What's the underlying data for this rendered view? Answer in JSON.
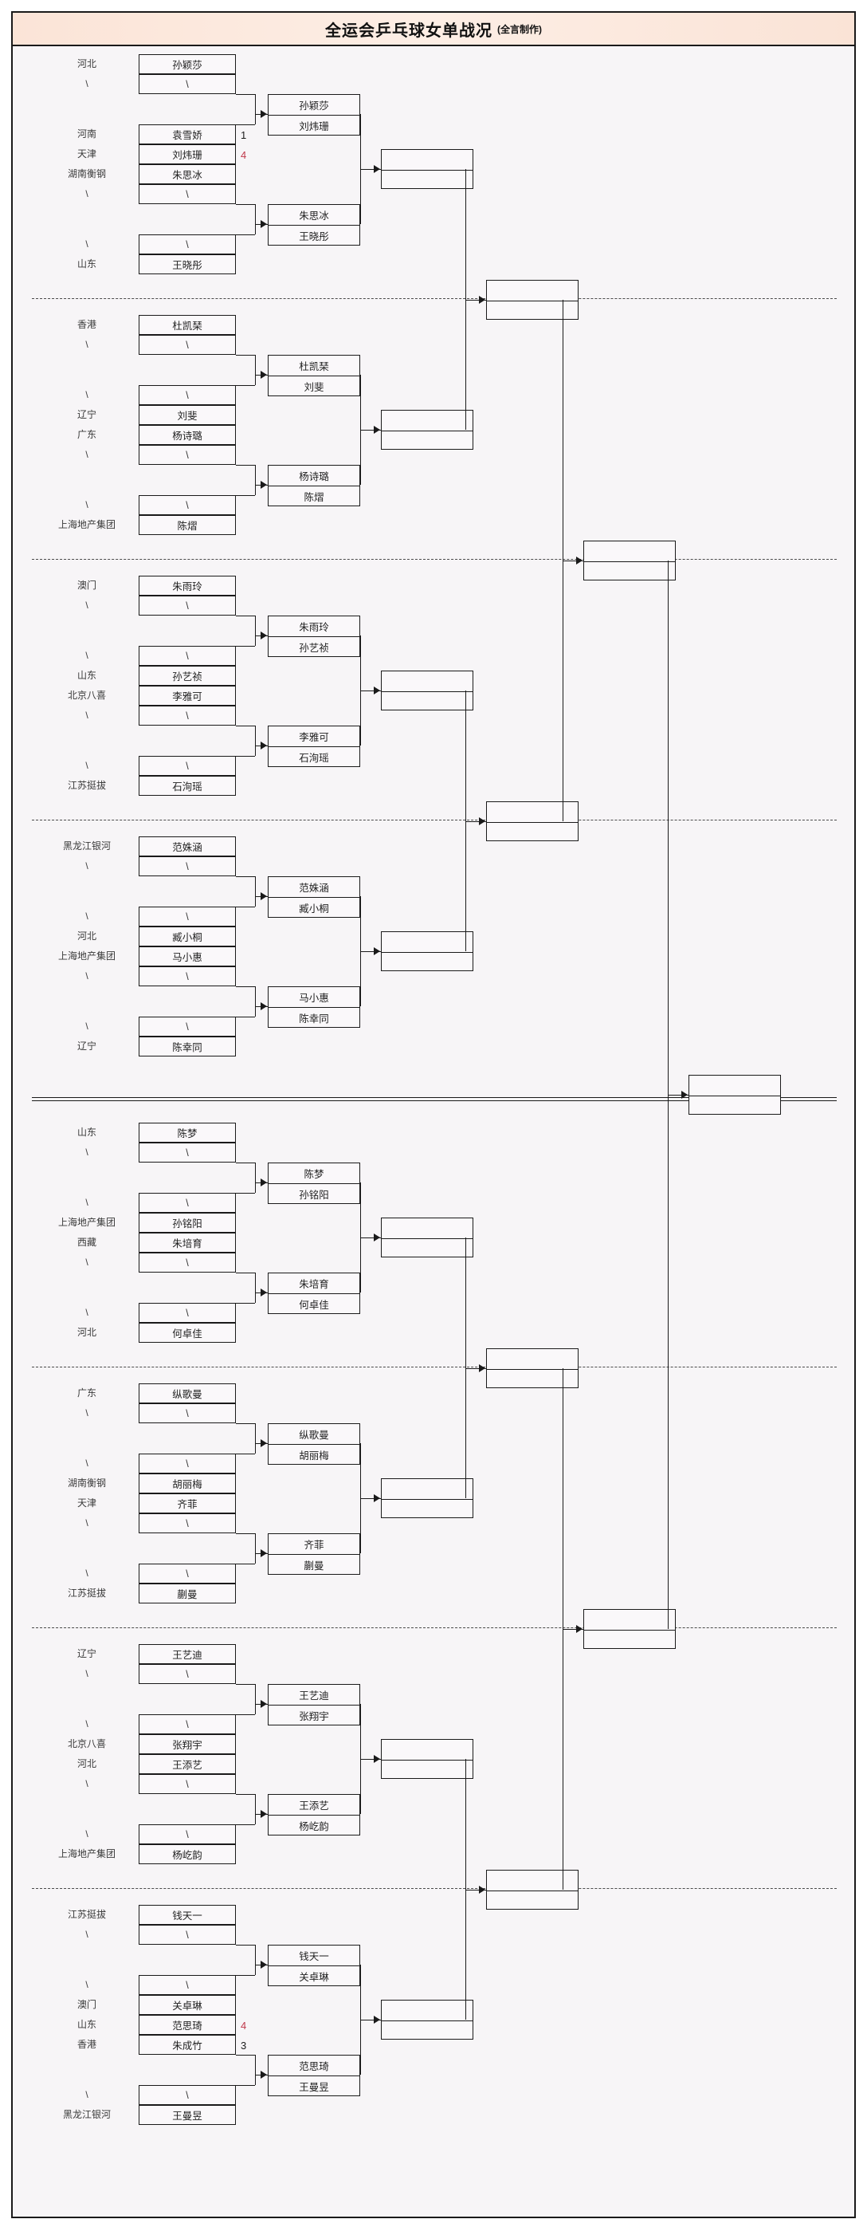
{
  "header": {
    "title": "全运会乒乓球女单战况",
    "subtitle": "(全言制作)"
  },
  "colors": {
    "banner_start": "#fbe4d7",
    "banner_end": "#fae3d6",
    "border": "#1a1a1a",
    "score_red": "#c0394b",
    "score_black": "#1a1a1a",
    "canvas": "#f7f5f7"
  },
  "bracket": {
    "blank_slot_text": "\\",
    "groups": [
      {
        "id": "g1",
        "r1": [
          {
            "region": "河北",
            "name": "孙颖莎"
          },
          {
            "region": "\\",
            "name": "\\"
          },
          {
            "region": "河南",
            "name": "袁雪娇",
            "score": "1",
            "score_color": "black"
          },
          {
            "region": "天津",
            "name": "刘炜珊",
            "score": "4",
            "score_color": "red"
          }
        ],
        "r2": {
          "top": "孙颖莎",
          "bottom": "刘炜珊"
        }
      },
      {
        "id": "g2",
        "r1": [
          {
            "region": "湖南衡钢",
            "name": "朱思冰"
          },
          {
            "region": "\\",
            "name": "\\"
          },
          {
            "region": "\\",
            "name": "\\"
          },
          {
            "region": "山东",
            "name": "王晓彤"
          }
        ],
        "r2": {
          "top": "朱思冰",
          "bottom": "王晓彤"
        }
      },
      {
        "id": "g3",
        "r1": [
          {
            "region": "香港",
            "name": "杜凯琹"
          },
          {
            "region": "\\",
            "name": "\\"
          },
          {
            "region": "\\",
            "name": "\\"
          },
          {
            "region": "辽宁",
            "name": "刘斐"
          }
        ],
        "r2": {
          "top": "杜凯琹",
          "bottom": "刘斐"
        }
      },
      {
        "id": "g4",
        "r1": [
          {
            "region": "广东",
            "name": "杨诗璐"
          },
          {
            "region": "\\",
            "name": "\\"
          },
          {
            "region": "\\",
            "name": "\\"
          },
          {
            "region": "上海地产集团",
            "name": "陈熠"
          }
        ],
        "r2": {
          "top": "杨诗璐",
          "bottom": "陈熠"
        }
      },
      {
        "id": "g5",
        "r1": [
          {
            "region": "澳门",
            "name": "朱雨玲"
          },
          {
            "region": "\\",
            "name": "\\"
          },
          {
            "region": "\\",
            "name": "\\"
          },
          {
            "region": "山东",
            "name": "孙艺祯"
          }
        ],
        "r2": {
          "top": "朱雨玲",
          "bottom": "孙艺祯"
        }
      },
      {
        "id": "g6",
        "r1": [
          {
            "region": "北京八喜",
            "name": "李雅可"
          },
          {
            "region": "\\",
            "name": "\\"
          },
          {
            "region": "\\",
            "name": "\\"
          },
          {
            "region": "江苏挺拔",
            "name": "石洵瑶"
          }
        ],
        "r2": {
          "top": "李雅可",
          "bottom": "石洵瑶"
        }
      },
      {
        "id": "g7",
        "r1": [
          {
            "region": "黑龙江银河",
            "name": "范姝涵"
          },
          {
            "region": "\\",
            "name": "\\"
          },
          {
            "region": "\\",
            "name": "\\"
          },
          {
            "region": "河北",
            "name": "臧小桐"
          }
        ],
        "r2": {
          "top": "范姝涵",
          "bottom": "臧小桐"
        }
      },
      {
        "id": "g8",
        "r1": [
          {
            "region": "上海地产集团",
            "name": "马小惠"
          },
          {
            "region": "\\",
            "name": "\\"
          },
          {
            "region": "\\",
            "name": "\\"
          },
          {
            "region": "辽宁",
            "name": "陈幸同"
          }
        ],
        "r2": {
          "top": "马小惠",
          "bottom": "陈幸同"
        }
      },
      {
        "id": "g9",
        "r1": [
          {
            "region": "山东",
            "name": "陈梦"
          },
          {
            "region": "\\",
            "name": "\\"
          },
          {
            "region": "\\",
            "name": "\\"
          },
          {
            "region": "上海地产集团",
            "name": "孙铭阳"
          }
        ],
        "r2": {
          "top": "陈梦",
          "bottom": "孙铭阳"
        }
      },
      {
        "id": "g10",
        "r1": [
          {
            "region": "西藏",
            "name": "朱培育"
          },
          {
            "region": "\\",
            "name": "\\"
          },
          {
            "region": "\\",
            "name": "\\"
          },
          {
            "region": "河北",
            "name": "何卓佳"
          }
        ],
        "r2": {
          "top": "朱培育",
          "bottom": "何卓佳"
        }
      },
      {
        "id": "g11",
        "r1": [
          {
            "region": "广东",
            "name": "纵歌曼"
          },
          {
            "region": "\\",
            "name": "\\"
          },
          {
            "region": "\\",
            "name": "\\"
          },
          {
            "region": "湖南衡钢",
            "name": "胡丽梅"
          }
        ],
        "r2": {
          "top": "纵歌曼",
          "bottom": "胡丽梅"
        }
      },
      {
        "id": "g12",
        "r1": [
          {
            "region": "天津",
            "name": "齐菲"
          },
          {
            "region": "\\",
            "name": "\\"
          },
          {
            "region": "\\",
            "name": "\\"
          },
          {
            "region": "江苏挺拔",
            "name": "蒯曼"
          }
        ],
        "r2": {
          "top": "齐菲",
          "bottom": "蒯曼"
        }
      },
      {
        "id": "g13",
        "r1": [
          {
            "region": "辽宁",
            "name": "王艺迪"
          },
          {
            "region": "\\",
            "name": "\\"
          },
          {
            "region": "\\",
            "name": "\\"
          },
          {
            "region": "北京八喜",
            "name": "张翔宇"
          }
        ],
        "r2": {
          "top": "王艺迪",
          "bottom": "张翔宇"
        }
      },
      {
        "id": "g14",
        "r1": [
          {
            "region": "河北",
            "name": "王添艺"
          },
          {
            "region": "\\",
            "name": "\\"
          },
          {
            "region": "\\",
            "name": "\\"
          },
          {
            "region": "上海地产集团",
            "name": "杨屹韵"
          }
        ],
        "r2": {
          "top": "王添艺",
          "bottom": "杨屹韵"
        }
      },
      {
        "id": "g15",
        "r1": [
          {
            "region": "江苏挺拔",
            "name": "钱天一"
          },
          {
            "region": "\\",
            "name": "\\"
          },
          {
            "region": "\\",
            "name": "\\"
          },
          {
            "region": "澳门",
            "name": "关卓琳"
          }
        ],
        "r2": {
          "top": "钱天一",
          "bottom": "关卓琳"
        }
      },
      {
        "id": "g16",
        "r1": [
          {
            "region": "山东",
            "name": "范思琦",
            "score": "4",
            "score_color": "red"
          },
          {
            "region": "香港",
            "name": "朱成竹",
            "score": "3",
            "score_color": "black"
          },
          {
            "region": "\\",
            "name": "\\"
          },
          {
            "region": "黑龙江银河",
            "name": "王曼昱"
          }
        ],
        "r2": {
          "top": "范思琦",
          "bottom": "王曼昱"
        }
      }
    ],
    "round3": [
      {
        "id": "r3-1",
        "top": "",
        "bottom": ""
      },
      {
        "id": "r3-2",
        "top": "",
        "bottom": ""
      },
      {
        "id": "r3-3",
        "top": "",
        "bottom": ""
      },
      {
        "id": "r3-4",
        "top": "",
        "bottom": ""
      },
      {
        "id": "r3-5",
        "top": "",
        "bottom": ""
      },
      {
        "id": "r3-6",
        "top": "",
        "bottom": ""
      },
      {
        "id": "r3-7",
        "top": "",
        "bottom": ""
      },
      {
        "id": "r3-8",
        "top": "",
        "bottom": ""
      }
    ],
    "round4": [
      {
        "id": "r4-1",
        "top": "",
        "bottom": ""
      },
      {
        "id": "r4-2",
        "top": "",
        "bottom": ""
      },
      {
        "id": "r4-3",
        "top": "",
        "bottom": ""
      },
      {
        "id": "r4-4",
        "top": "",
        "bottom": ""
      }
    ],
    "round5": [
      {
        "id": "r5-1",
        "top": "",
        "bottom": ""
      },
      {
        "id": "r5-2",
        "top": "",
        "bottom": ""
      }
    ],
    "final": {
      "id": "final",
      "top": "",
      "bottom": ""
    }
  }
}
